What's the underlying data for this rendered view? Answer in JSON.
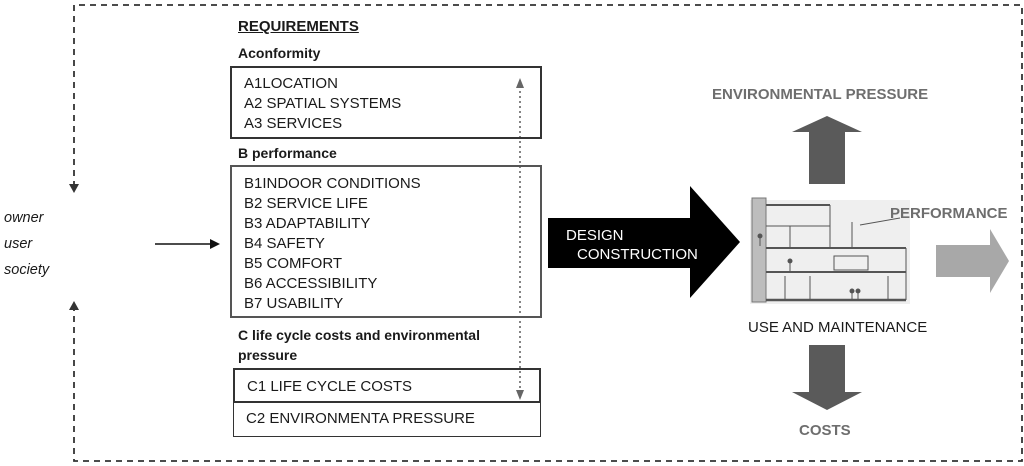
{
  "stakeholders": [
    "owner",
    "user",
    "society"
  ],
  "requirements": {
    "title": "REQUIREMENTS",
    "section_a": {
      "heading": "Aconformity",
      "items": [
        "A1LOCATION",
        "A2 SPATIAL SYSTEMS",
        "A3 SERVICES"
      ]
    },
    "section_b": {
      "heading": "B performance",
      "items": [
        "B1INDOOR CONDITIONS",
        "B2 SERVICE LIFE",
        "B3 ADAPTABILITY",
        "B4 SAFETY",
        "B5 COMFORT",
        "B6 ACCESSIBILITY",
        "B7 USABILITY"
      ]
    },
    "section_c": {
      "heading_line1": "C life cycle costs and environmental",
      "heading_line2": "pressure",
      "items": [
        "C1 LIFE CYCLE COSTS",
        "C2 ENVIRONMENTA PRESSURE"
      ]
    }
  },
  "process": {
    "line1": "DESIGN",
    "line2": "CONSTRUCTION"
  },
  "outputs": {
    "environmental_pressure": "ENVIRONMENTAL PRESSURE",
    "performance": "PERFORMANCE",
    "use_and_maintenance": "USE AND MAINTENANCE",
    "costs": "COSTS"
  },
  "colors": {
    "box_border": "#333333",
    "dashed_line": "#333333",
    "process_arrow": "#000000",
    "output_arrow_dark": "#5a5a5a",
    "output_arrow_light": "#a8a8a8",
    "output_label": "#6e6e6e"
  },
  "icons": [
    "building-section-icon",
    "arrow-up-icon",
    "arrow-down-icon",
    "arrow-right-icon"
  ]
}
